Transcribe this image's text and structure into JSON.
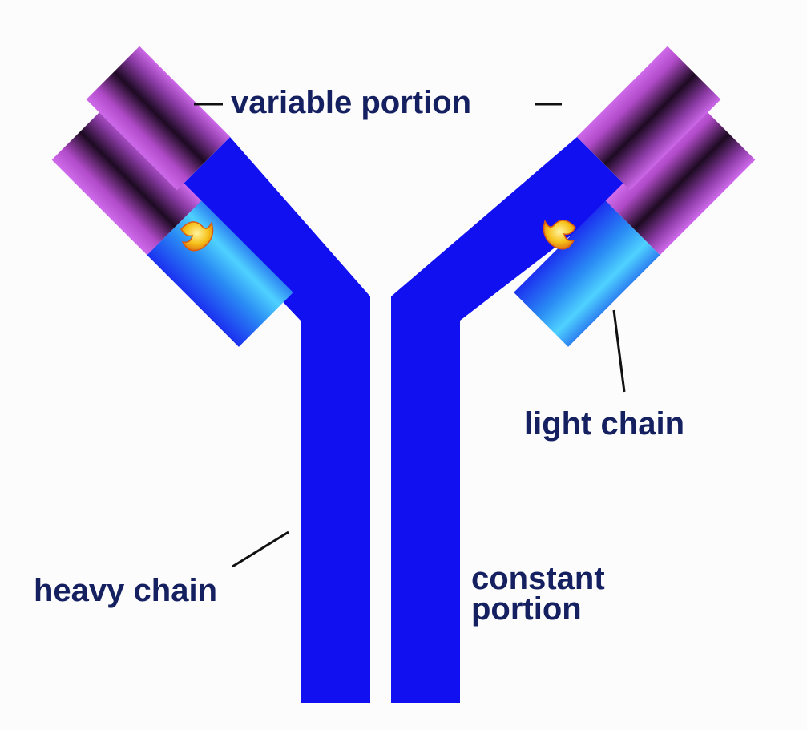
{
  "labels": {
    "variable_portion": "variable portion",
    "light_chain": "light chain",
    "heavy_chain": "heavy chain",
    "constant_portion_line1": "constant",
    "constant_portion_line2": "portion"
  },
  "colors": {
    "heavy_chain": "#1010f0",
    "light_constant": "#30b8f4",
    "variable": "#c760ea",
    "variable_dark": "#2a0a30",
    "label_text": "#142060",
    "leader_line": "#111111",
    "disulfide_bond": "#f6c21a"
  }
}
